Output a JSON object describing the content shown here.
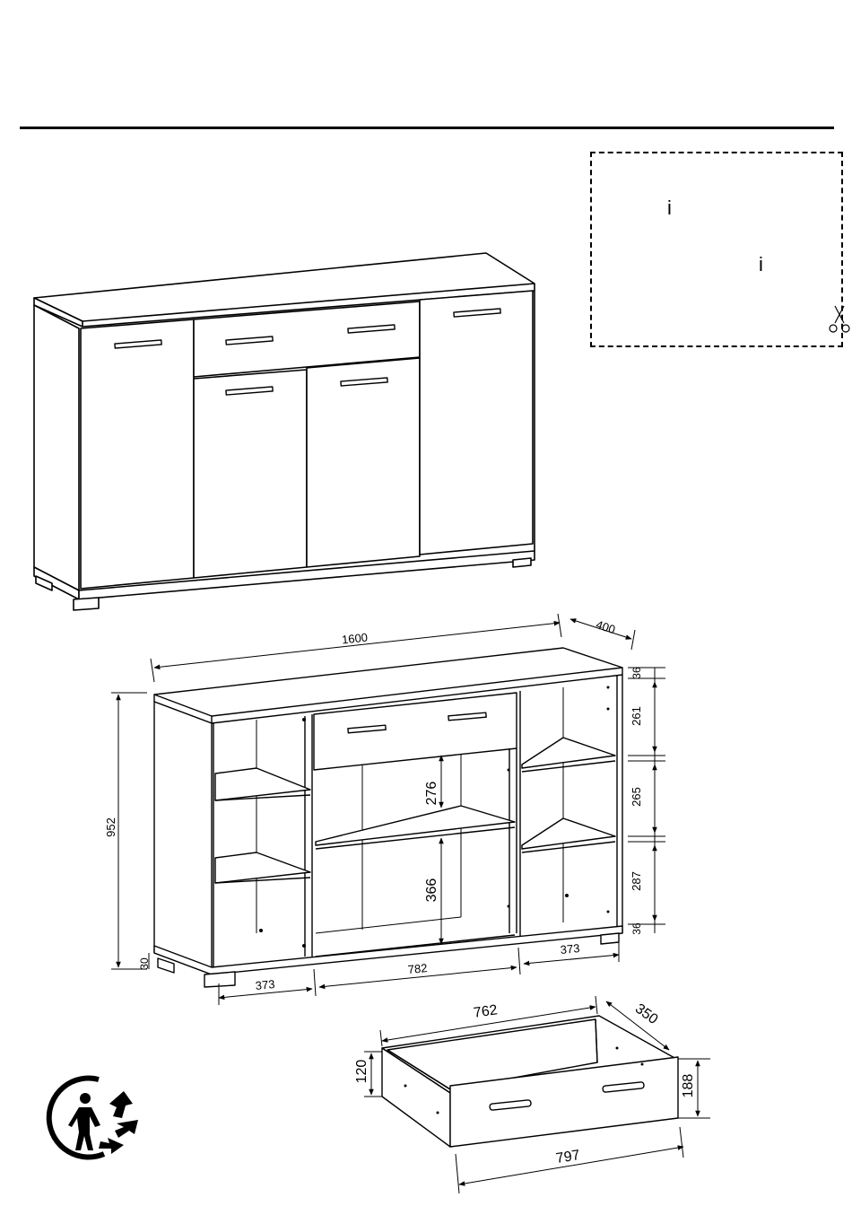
{
  "info_box": {
    "mark_1": "i",
    "mark_2": "i"
  },
  "icons": {
    "scissors": "scissors-icon",
    "recycling": "triman-recycling-icon"
  },
  "dimensions": {
    "total_width": "1600",
    "depth": "400",
    "height": "952",
    "leg_height": "30",
    "top_panel": "36",
    "bottom_panel": "36",
    "right_upper": "261",
    "right_middle": "265",
    "right_lower": "287",
    "center_upper": "276",
    "center_lower": "366",
    "left_section": "373",
    "center_section": "782",
    "right_section": "373"
  },
  "drawer": {
    "inner_width": "762",
    "depth": "350",
    "side_height": "120",
    "front_height": "188",
    "front_width": "797"
  }
}
